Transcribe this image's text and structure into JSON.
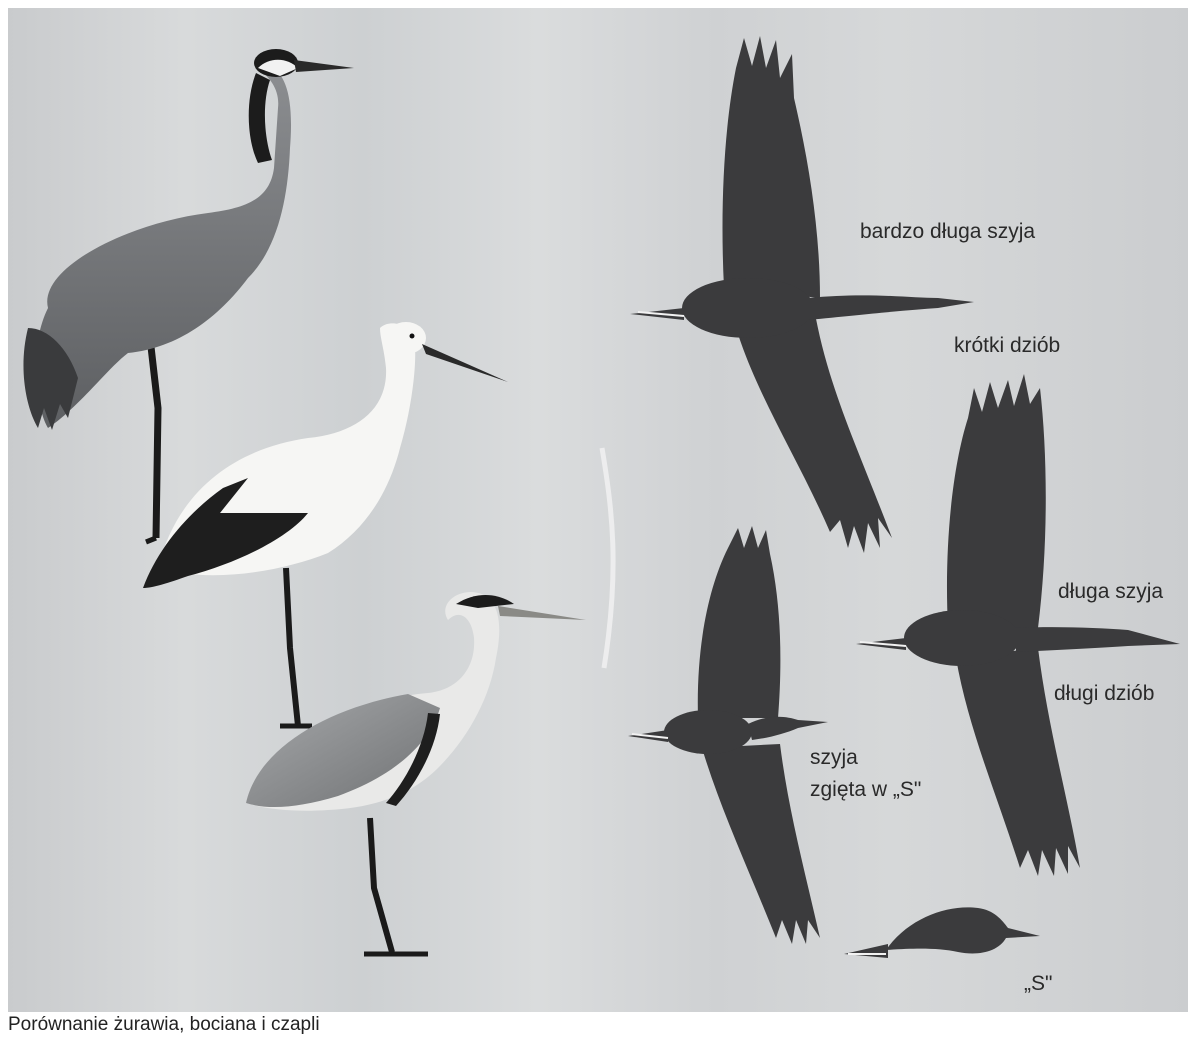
{
  "figure": {
    "labels": {
      "crane_neck": "bardzo długa szyja",
      "crane_bill": "krótki dziób",
      "stork_neck": "długa szyja",
      "stork_bill": "długi dziób",
      "heron_neck_line1": "szyja",
      "heron_neck_line2": "zgięta w „S\"",
      "heron_small": "„S\""
    },
    "caption": "Porównanie żurawia, bociana i czapli"
  },
  "colors": {
    "background": "#d2d4d6",
    "silhouette": "#3b3b3d",
    "crane_body": "#7d7f82",
    "stork_white": "#f6f6f4",
    "stork_black": "#1e1e1e",
    "heron_grey": "#9a9c9e"
  }
}
